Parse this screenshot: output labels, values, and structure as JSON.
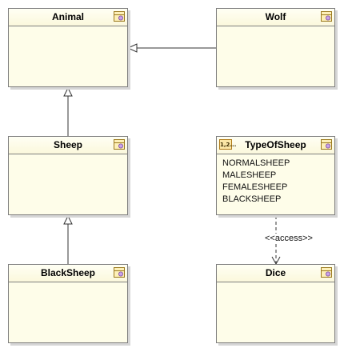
{
  "classes": {
    "animal": {
      "name": "Animal",
      "icon": "class-icon"
    },
    "wolf": {
      "name": "Wolf",
      "icon": "class-icon"
    },
    "sheep": {
      "name": "Sheep",
      "icon": "class-icon"
    },
    "blacksheep": {
      "name": "BlackSheep",
      "icon": "class-icon"
    },
    "dice": {
      "name": "Dice",
      "icon": "class-icon"
    }
  },
  "enumeration": {
    "name": "TypeOfSheep",
    "icon_label": "1,2...",
    "icon": "enumeration-icon",
    "literals": [
      "NORMALSHEEP",
      "MALESHEEP",
      "FEMALESHEEP",
      "BLACKSHEEP"
    ]
  },
  "relations": {
    "access_label": "<<access>>"
  },
  "colors": {
    "box_fill": "#fefde9",
    "border": "#7f7f7f",
    "line": "#333333"
  }
}
